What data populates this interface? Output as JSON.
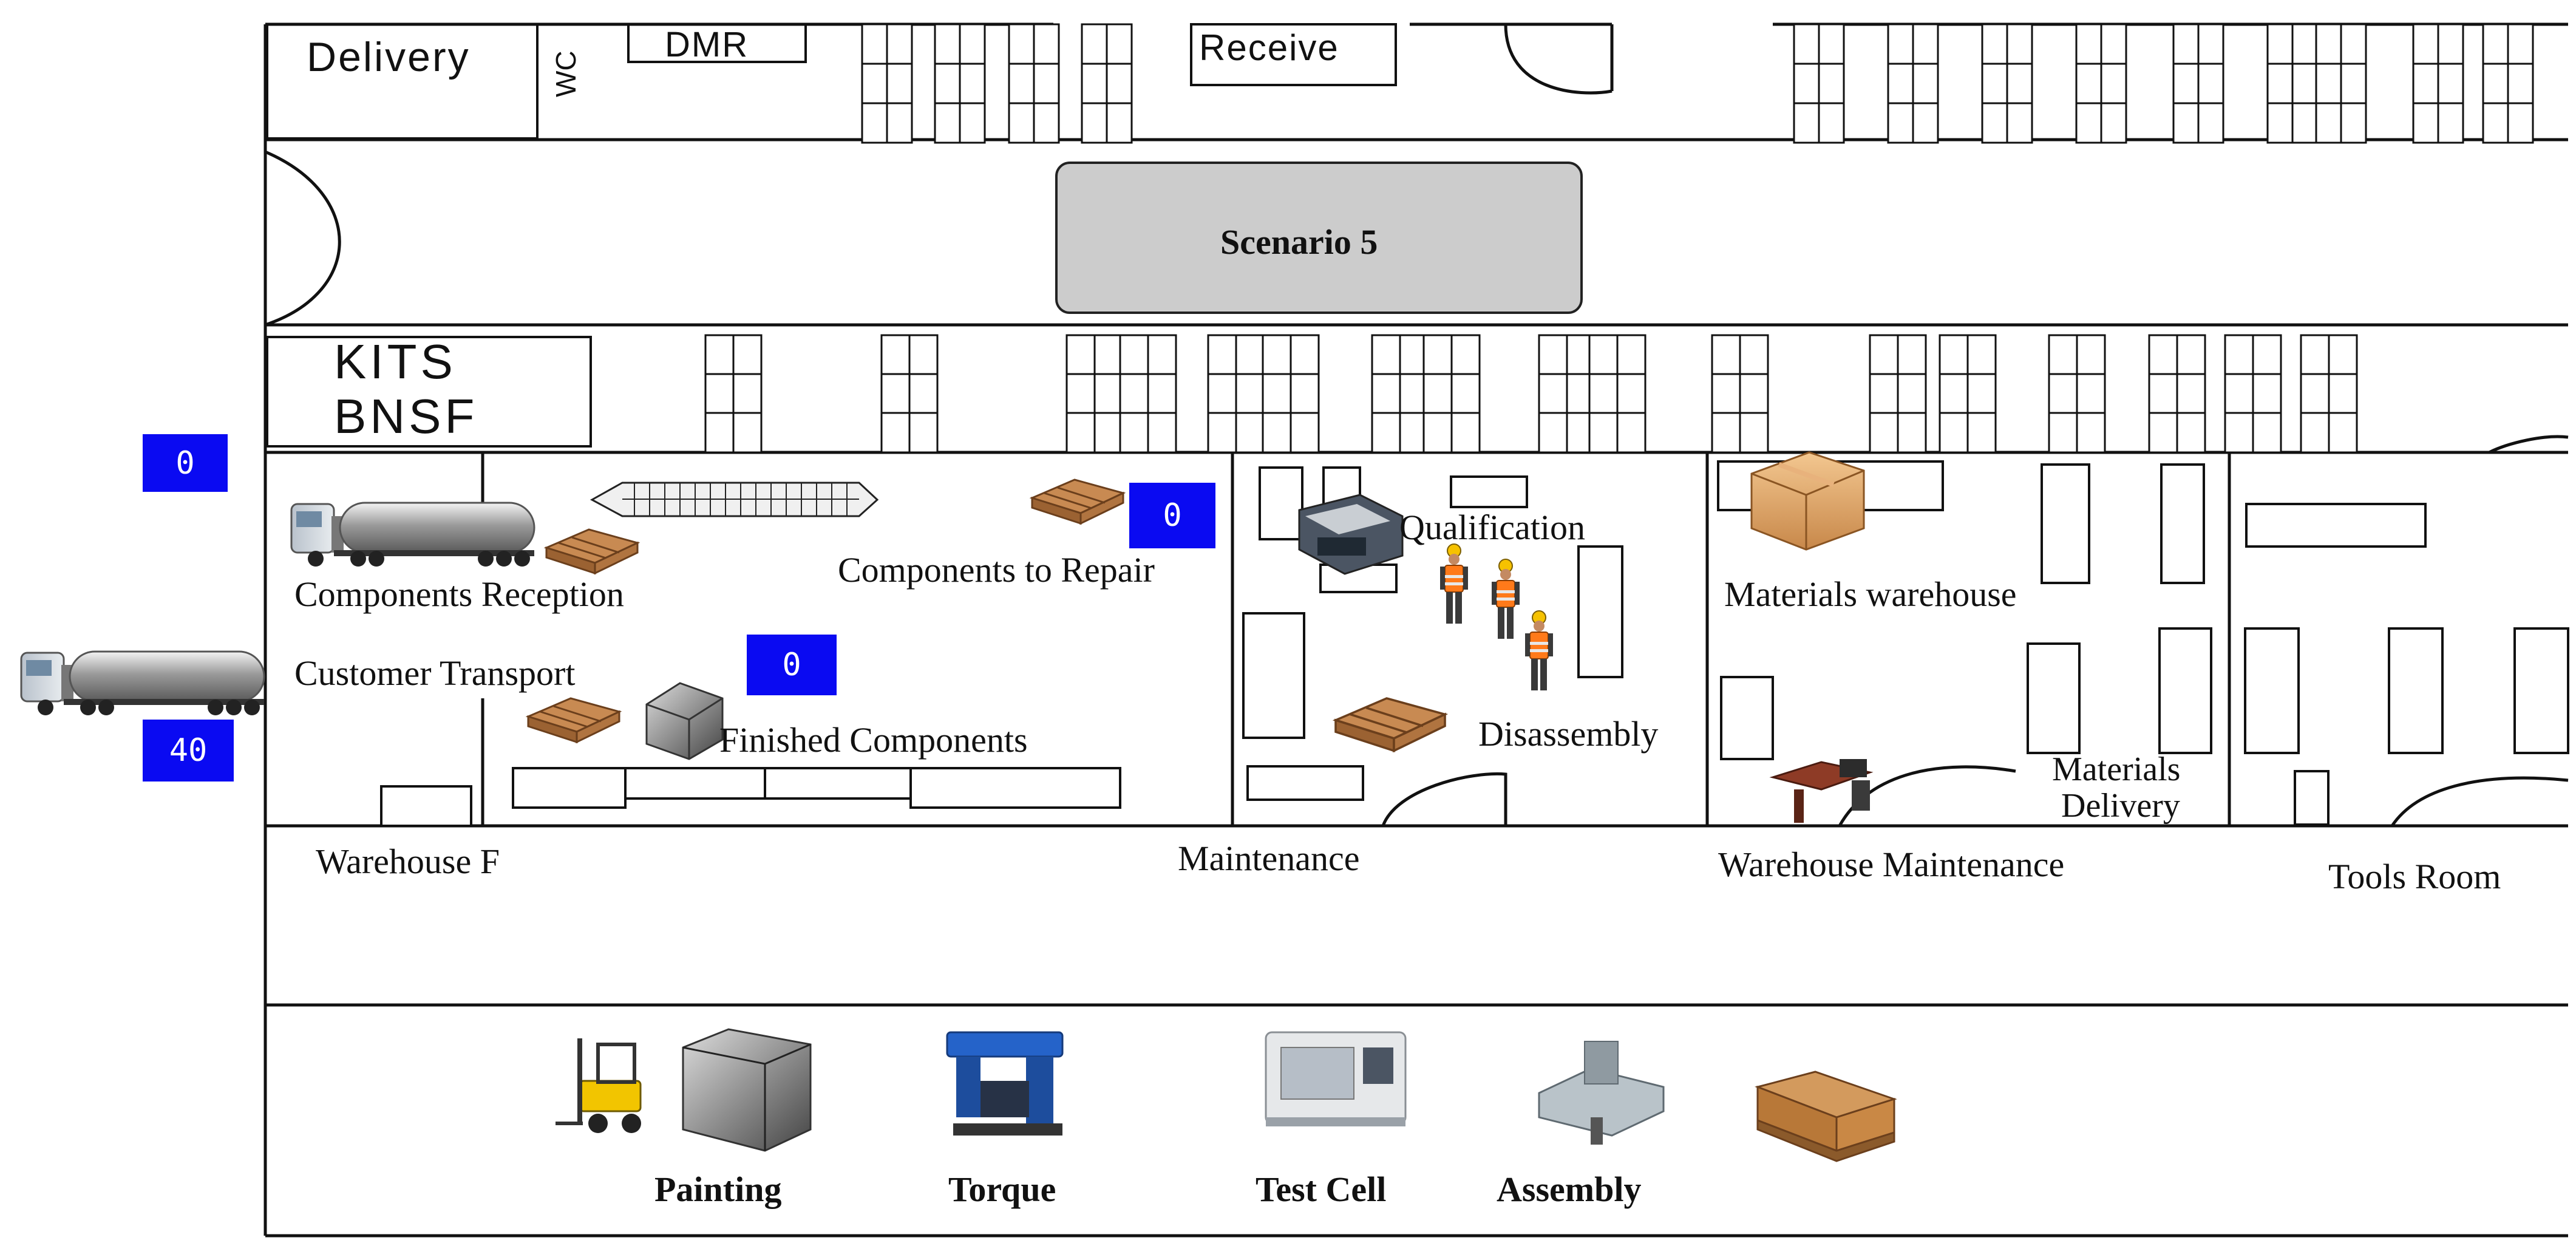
{
  "title": "Scenario 5",
  "rooms": {
    "delivery": "Delivery",
    "wc": "WC",
    "dmr": "DMR",
    "receive": "Receive",
    "kits_line1": "KITS",
    "kits_line2": "BNSF"
  },
  "areas": {
    "components_reception": "Components Reception",
    "components_to_repair": "Components to Repair",
    "customer_transport": "Customer Transport",
    "finished_components": "Finished Components",
    "warehouse_f": "Warehouse F",
    "qualification": "Qualification",
    "disassembly": "Disassembly",
    "maintenance": "Maintenance",
    "materials_warehouse": "Materials warehouse",
    "materials_delivery_line1": "Materials",
    "materials_delivery_line2": "Delivery",
    "warehouse_maintenance": "Warehouse Maintenance",
    "tools_room": "Tools Room"
  },
  "counters": {
    "reception_queue": "0",
    "repair_queue": "0",
    "finished_queue": "0",
    "customer_transport_count": "40"
  },
  "stations": {
    "painting": "Painting",
    "torque": "Torque",
    "test_cell": "Test Cell",
    "assembly": "Assembly"
  },
  "colors": {
    "counter_bg": "#0a0af2",
    "counter_text": "#ffffff",
    "scenario_box": "#cccccc",
    "wall": "#111111"
  }
}
